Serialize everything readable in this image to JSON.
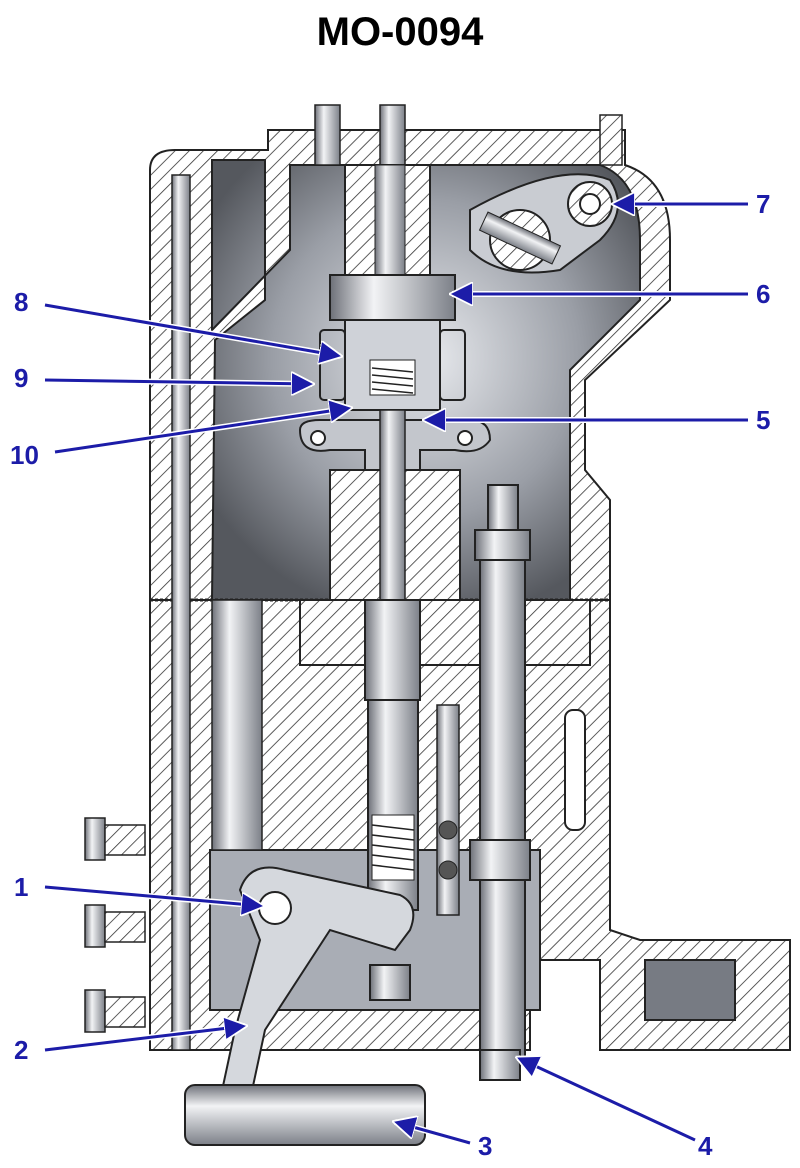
{
  "title": "MO-0094",
  "callouts": [
    {
      "number": "1"
    },
    {
      "number": "2"
    },
    {
      "number": "3"
    },
    {
      "number": "4"
    },
    {
      "number": "5"
    },
    {
      "number": "6"
    },
    {
      "number": "7"
    },
    {
      "number": "8"
    },
    {
      "number": "9"
    },
    {
      "number": "10"
    }
  ],
  "colors": {
    "callout": "#1c1ca8",
    "hatch": "#333333",
    "metal": "#b8bcc4"
  }
}
